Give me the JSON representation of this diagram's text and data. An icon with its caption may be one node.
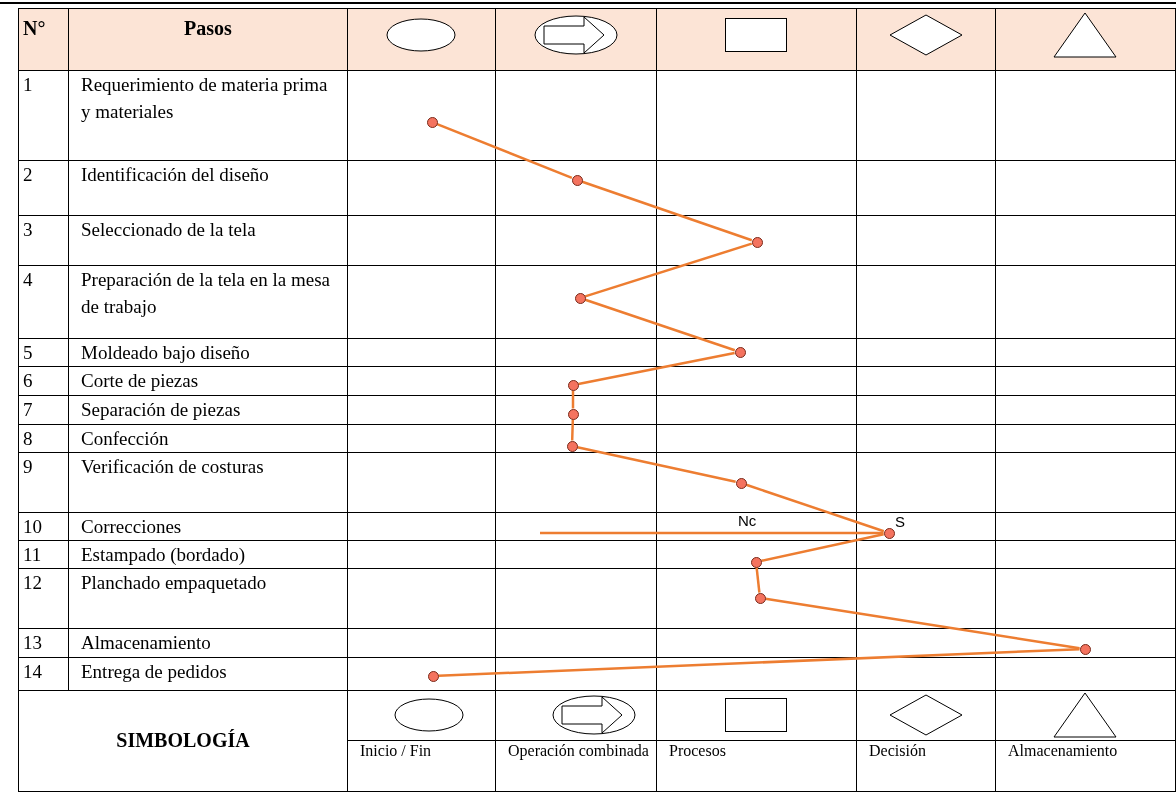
{
  "diagram": {
    "nodes": [
      {
        "text": [],
        "shape": "circle"
      },
      {
        "text": [],
        "shape": "circle"
      },
      {
        "text": [],
        "shape": "circle"
      },
      {
        "text": [],
        "shape": "circle"
      },
      {
        "text": [],
        "shape": "circle"
      },
      {
        "text": [],
        "shape": "circle"
      },
      {
        "text": [],
        "shape": "circle"
      },
      {
        "text": [],
        "shape": "circle"
      },
      {
        "text": [],
        "shape": "circle"
      },
      {
        "text": [],
        "shape": "circle",
        "beside": [
          "S"
        ]
      },
      {
        "text": [],
        "shape": "circle"
      },
      {
        "text": [],
        "shape": "circle"
      },
      {
        "text": [],
        "shape": "circle"
      },
      {
        "text": [],
        "shape": "circle"
      }
    ],
    "edges": [
      {
        "from": 0,
        "to": 1,
        "arrow": "none"
      },
      {
        "from": 1,
        "to": 2,
        "arrow": "none"
      },
      {
        "from": 2,
        "to": 3,
        "arrow": "none"
      },
      {
        "from": 3,
        "to": 4,
        "arrow": "none"
      },
      {
        "from": 4,
        "to": 5,
        "arrow": "none"
      },
      {
        "from": 5,
        "to": 6,
        "arrow": "none"
      },
      {
        "from": 6,
        "to": 7,
        "arrow": "none"
      },
      {
        "from": 7,
        "to": 8,
        "arrow": "none"
      },
      {
        "from": 8,
        "to": 9,
        "arrow": "none"
      },
      {
        "from": 9,
        "to": 10,
        "arrow": "none"
      },
      {
        "from": 10,
        "to": 11,
        "arrow": "none"
      },
      {
        "from": 11,
        "to": 12,
        "arrow": "none"
      },
      {
        "from": 12,
        "to": 13,
        "arrow": "none"
      },
      {
        "from": null,
        "to": 9,
        "arrow": "none",
        "label": "Nc"
      }
    ],
    "labels": [
      "N°",
      "Pasos",
      "1",
      "Requerimiento de materia prima y materiales",
      "2",
      "Identificación del diseño",
      "3",
      "Seleccionado de la tela",
      "4",
      "Preparación de la tela en la mesa de trabajo",
      "5",
      "Moldeado bajo diseño",
      "6",
      "Corte de piezas",
      "7",
      "Separación de piezas",
      "8",
      "Confección",
      "9",
      "Verificación de costuras",
      "10",
      "Correcciones",
      "11",
      "Estampado (bordado)",
      "12",
      "Planchado empaquetado",
      "13",
      "Almacenamiento",
      "14",
      "Entrega de pedidos",
      "SIMBOLOGÍA",
      "Inicio / Fin",
      "Operación combinada",
      "Procesos",
      "Decisión",
      "Almacenamiento"
    ]
  }
}
